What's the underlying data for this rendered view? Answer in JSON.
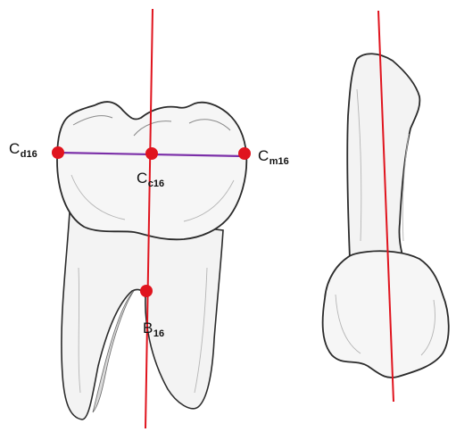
{
  "diagram": {
    "labels": {
      "cd16": {
        "main": "C",
        "sub": "d16"
      },
      "cm16": {
        "main": "C",
        "sub": "m16"
      },
      "cc16": {
        "main": "C",
        "sub": "c16"
      },
      "b16": {
        "main": "B",
        "sub": "16"
      }
    },
    "colors": {
      "axis_line": "#e0141e",
      "width_line": "#7b2fa8",
      "landmark_point": "#e0141e",
      "tooth_outline": "#2b2b2b",
      "tooth_fill": "#f4f4f4",
      "tooth_shading": "#c9c9c9"
    }
  }
}
